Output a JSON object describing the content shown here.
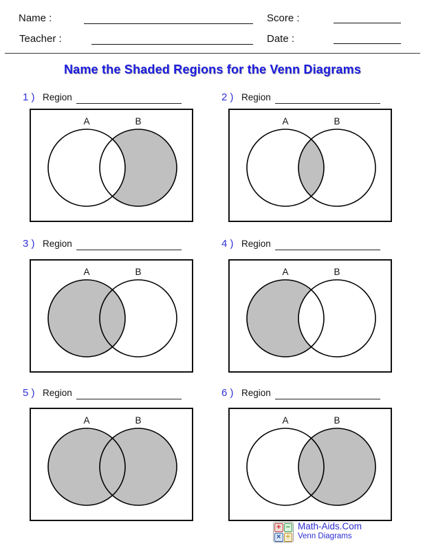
{
  "page": {
    "title": "Name the Shaded Regions for the Venn Diagrams"
  },
  "header": {
    "name_label": "Name :",
    "teacher_label": "Teacher :",
    "score_label": "Score :",
    "date_label": "Date :"
  },
  "venn": {
    "label_a": "A",
    "label_b": "B"
  },
  "problems": [
    {
      "num": "1 )",
      "region_label": "Region",
      "shade": "b-only"
    },
    {
      "num": "2 )",
      "region_label": "Region",
      "shade": "intersection"
    },
    {
      "num": "3 )",
      "region_label": "Region",
      "shade": "a-full"
    },
    {
      "num": "4 )",
      "region_label": "Region",
      "shade": "a-only"
    },
    {
      "num": "5 )",
      "region_label": "Region",
      "shade": "union"
    },
    {
      "num": "6 )",
      "region_label": "Region",
      "shade": "b-full"
    }
  ],
  "footer": {
    "site_name": "Math-Aids.Com",
    "worksheet_type": "Venn Diagrams",
    "logo_ops": [
      "+",
      "−",
      "×",
      "÷"
    ]
  },
  "colors": {
    "title_blue": "#1c1ce0",
    "number_blue": "#3030d8",
    "link_blue": "#2d2dd0",
    "shade_gray": "#c0c0c0"
  }
}
